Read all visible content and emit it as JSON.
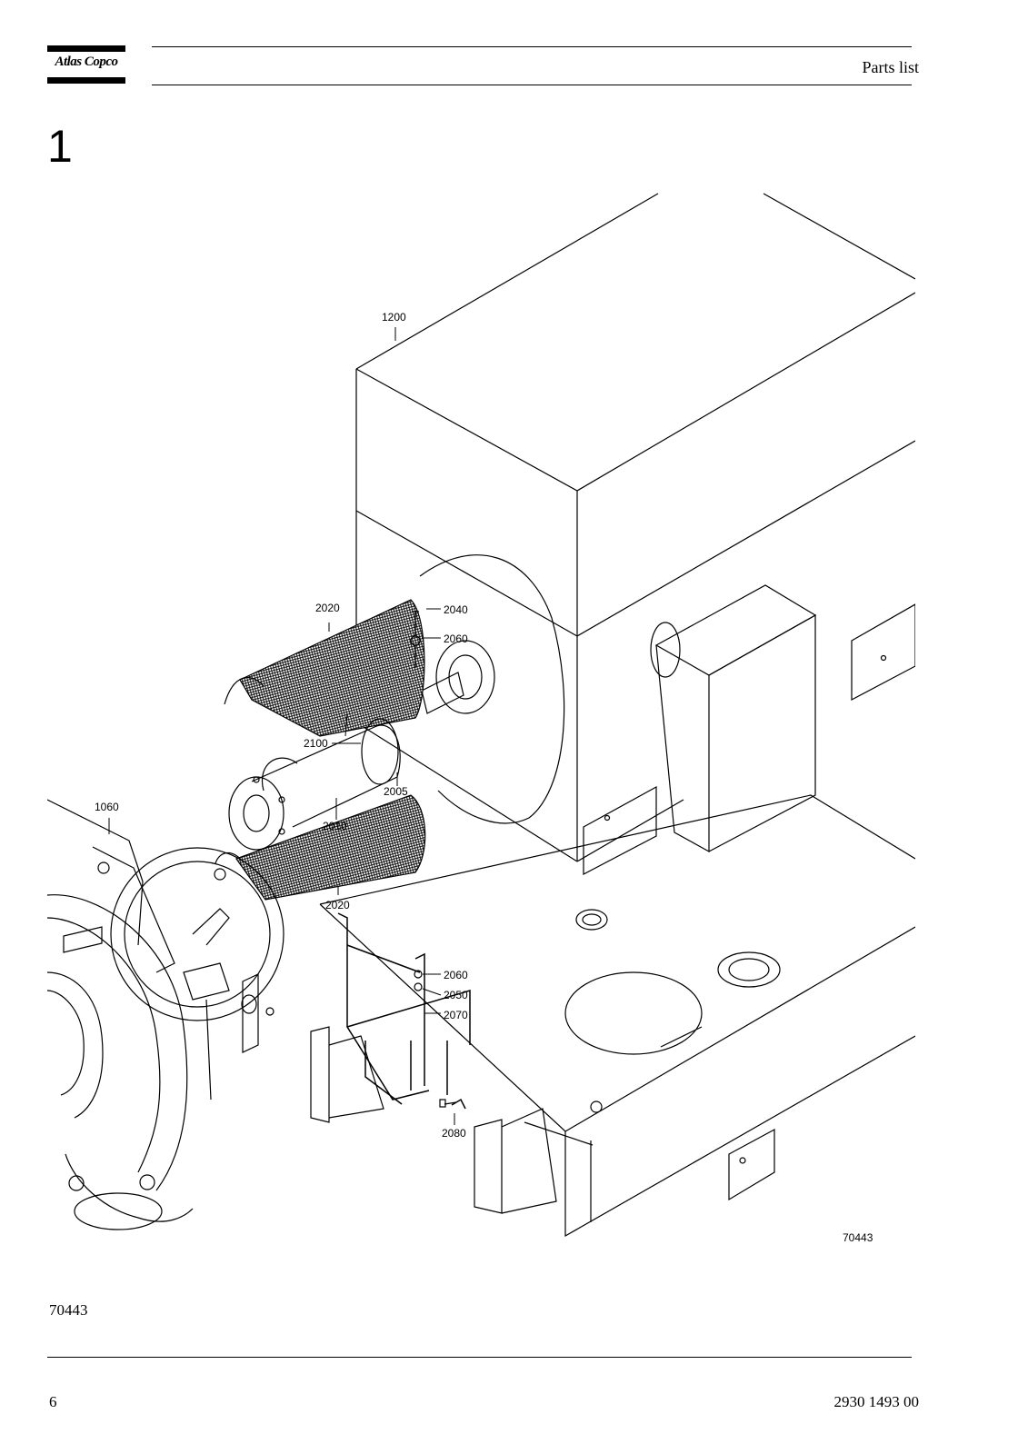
{
  "header": {
    "logo_text": "Atlas Copco",
    "title": "Parts list"
  },
  "section_number": "1",
  "figure": {
    "callouts": {
      "c1200": "1200",
      "c2020_top": "2020",
      "c2040": "2040",
      "c2060_top": "2060",
      "c2100": "2100",
      "c2005": "2005",
      "c1060": "1060",
      "c2010": "2010",
      "c2020_bottom": "2020",
      "c2060_bottom": "2060",
      "c2050": "2050",
      "c2070": "2070",
      "c2080": "2080"
    },
    "drawing_number": "70443"
  },
  "figure_reference": "70443",
  "footer": {
    "page_number": "6",
    "document_number": "2930 1493 00"
  }
}
